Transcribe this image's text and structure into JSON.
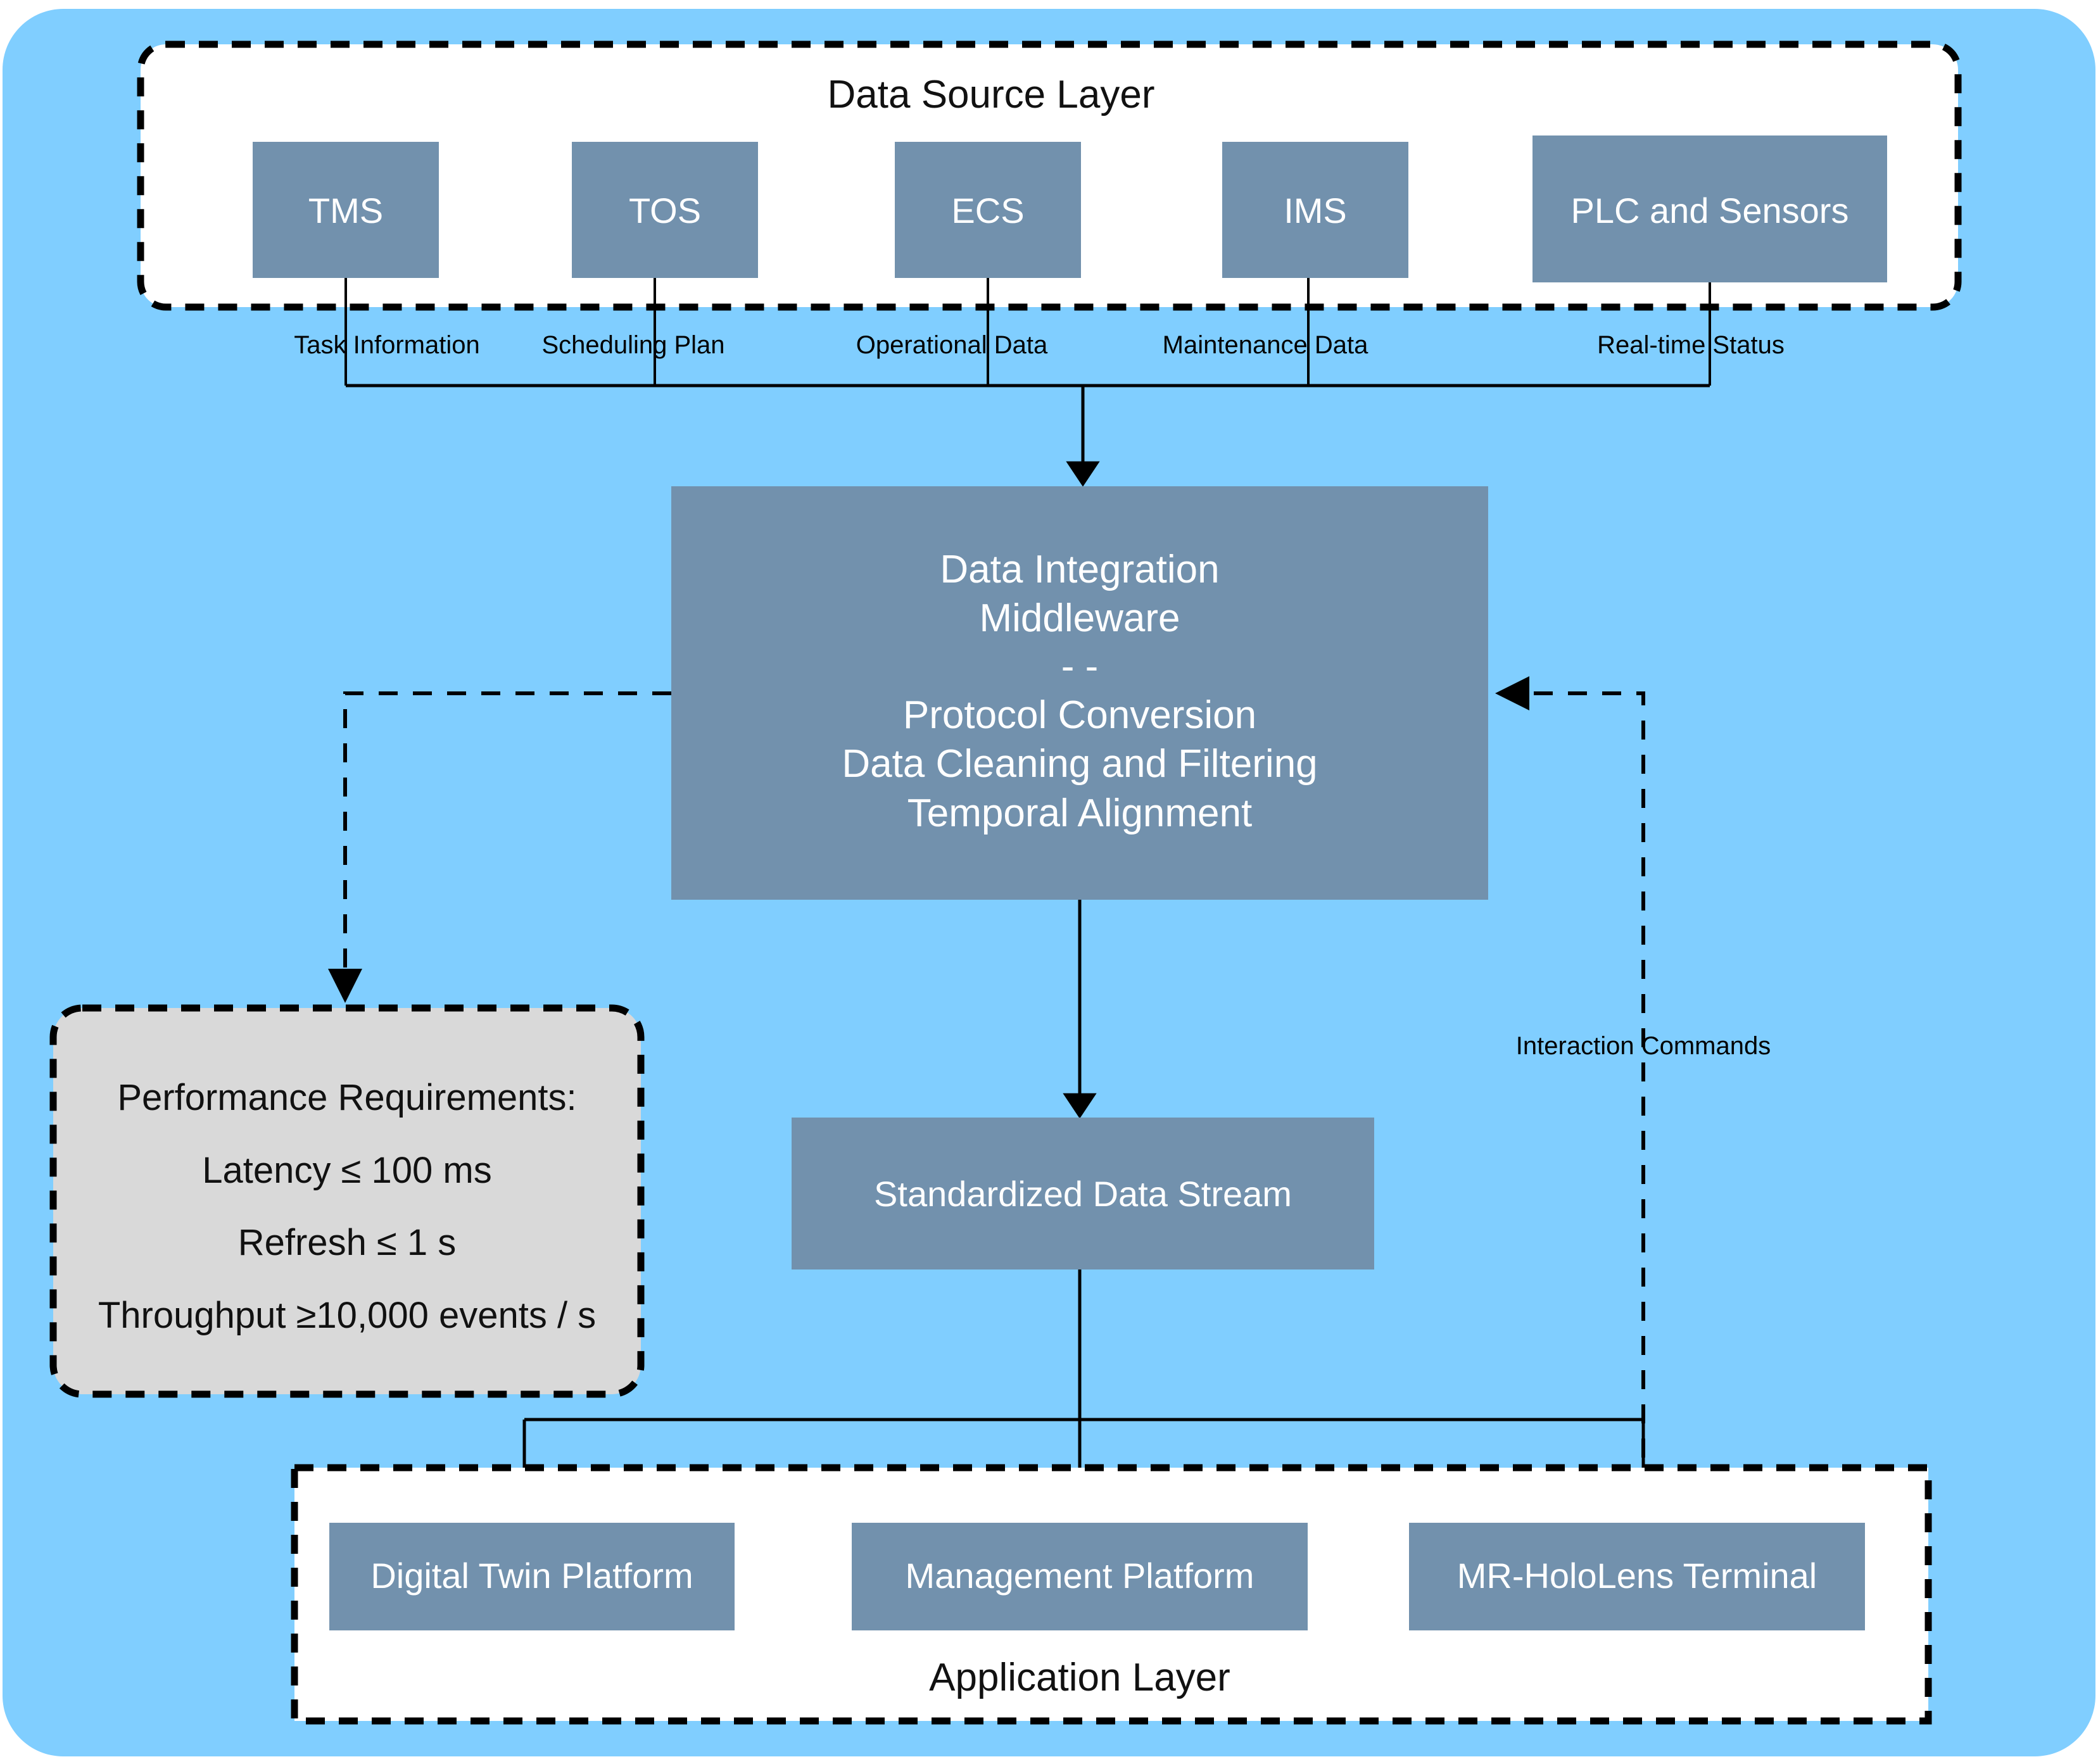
{
  "canvas": {
    "background_color": "#80ceff",
    "box_fill": "#7291ad",
    "note_fill": "#d9d9d9",
    "layer_fill": "#ffffff",
    "line_color": "#000000",
    "label_color": "#000000",
    "box_text_color": "#ffffff"
  },
  "data_source_layer": {
    "title": "Data Source Layer",
    "sources": [
      {
        "label": "TMS",
        "flow_label": "Task Information"
      },
      {
        "label": "TOS",
        "flow_label": "Scheduling Plan"
      },
      {
        "label": "ECS",
        "flow_label": "Operational Data"
      },
      {
        "label": "IMS",
        "flow_label": "Maintenance Data"
      },
      {
        "label": "PLC and Sensors",
        "flow_label": "Real-time Status"
      }
    ]
  },
  "middleware": {
    "title_line1": "Data Integration",
    "title_line2": "Middleware",
    "separator": "- -",
    "functions": [
      "Protocol Conversion",
      "Data Cleaning and Filtering",
      "Temporal Alignment"
    ]
  },
  "performance_note": {
    "heading": "Performance Requirements:",
    "items": [
      "Latency ≤ 100 ms",
      "Refresh ≤ 1 s",
      "Throughput ≥10,000 events / s"
    ]
  },
  "data_stream": {
    "label": "Standardized Data Stream"
  },
  "feedback": {
    "label": "Interaction Commands"
  },
  "application_layer": {
    "title": "Application Layer",
    "apps": [
      {
        "label": "Digital Twin Platform"
      },
      {
        "label": "Management Platform"
      },
      {
        "label": "MR-HoloLens Terminal"
      }
    ]
  }
}
